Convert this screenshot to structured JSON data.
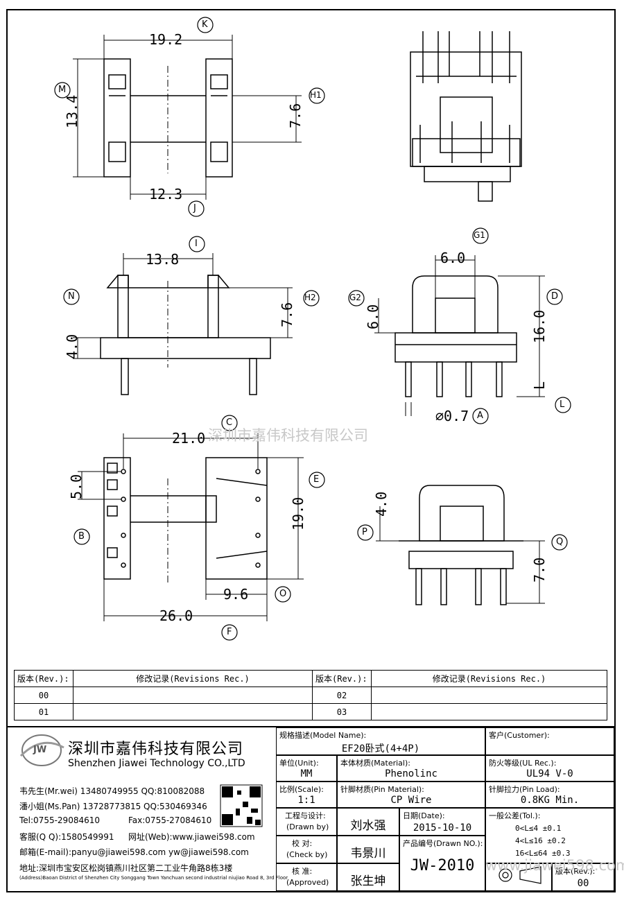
{
  "dims": {
    "d192": "19.2",
    "d134": "13.4",
    "d76a": "7.6",
    "d123": "12.3",
    "d138": "13.8",
    "d76b": "7.6",
    "d40a": "4.0",
    "d60a": "6.0",
    "d60b": "6.0",
    "d160": "16.0",
    "dL": "L",
    "d07": "∅0.7",
    "d210": "21.0",
    "d50": "5.0",
    "d190": "19.0",
    "d96": "9.6",
    "d260": "26.0",
    "d40b": "4.0",
    "d70": "7.0"
  },
  "labels": {
    "K": "K",
    "M": "M",
    "H1": "H1",
    "J": "J",
    "I": "I",
    "N": "N",
    "H2": "H2",
    "G1": "G1",
    "G2": "G2",
    "D": "D",
    "A": "A",
    "L": "L",
    "C": "C",
    "E": "E",
    "B": "B",
    "O": "O",
    "F": "F",
    "P": "P",
    "Q": "Q"
  },
  "watermark": "深圳市嘉伟科技有限公司",
  "watermark2": "www.jiawei598.com",
  "revisions": {
    "h_rev1": "版本(Rev.):",
    "h_rec1": "修改记录(Revisions Rec.)",
    "h_rev2": "版本(Rev.):",
    "h_rec2": "修改记录(Revisions Rec.)",
    "r1a": "00",
    "r1b": "02",
    "r2a": "01",
    "r2b": "03"
  },
  "company": {
    "logo": "JW",
    "name_cn": "深圳市嘉伟科技有限公司",
    "name_en": "Shenzhen Jiawei Technology CO.,LTD",
    "contact1": "韦先生(Mr.wei) 13480749955 QQ:810082088",
    "contact2": "潘小姐(Ms.Pan) 13728773815 QQ:530469346",
    "tel": "Tel:0755-29084610",
    "fax": "Fax:0755-27084610",
    "qq": "客服(Q Q):1580549991",
    "web": "网址(Web):www.jiawei598.com",
    "email": "邮箱(E-mail):panyu@jiawei598.com  yw@jiawei598.com",
    "addr_cn": "地址:深圳市宝安区松岗镇燕川社区第二工业牛角路8栋3楼",
    "addr_en": "(Address)Baoan District of Shenzhen City Songgang Town Yanchuan  second industrial niujiao Road 8, 3rd Floor"
  },
  "titleblock": {
    "model_k": "规格描述(Model Name):",
    "model_v": "EF20卧式(4+4P)",
    "cust_k": "客户(Customer):",
    "cust_v": "",
    "unit_k": "单位(Unit):",
    "unit_v": "MM",
    "mat_k": "本体材质(Material):",
    "mat_v": "Phenolinc",
    "ul_k": "防火等级(UL Rec.):",
    "ul_v": "UL94 V-0",
    "scale_k": "比例(Scale):",
    "scale_v": "1:1",
    "pin_k": "针脚材质(Pin Material):",
    "pin_v": "CP Wire",
    "load_k": "针脚拉力(Pin Load):",
    "load_v": "0.8KG Min.",
    "drawn_k1": "工程与设计:",
    "drawn_k2": "(Drawn by)",
    "drawn_v": "刘水强",
    "date_k": "日期(Date):",
    "date_v": "2015-10-10",
    "check_k1": "校  对:",
    "check_k2": "(Check by)",
    "check_v": "韦景川",
    "no_k": "产品编号(Drawn NO.):",
    "no_v": "JW-2010",
    "appr_k1": "核  准:",
    "appr_k2": "(Approved)",
    "appr_v": "张生坤",
    "tol_k": "一般公差(Tol.):",
    "tol1": "0<L≤4    ±0.1",
    "tol2": "4<L≤16   ±0.2",
    "tol3": "16<L≤64  ±0.3",
    "rev_k": "版本(Rev.):",
    "rev_v": "00"
  }
}
